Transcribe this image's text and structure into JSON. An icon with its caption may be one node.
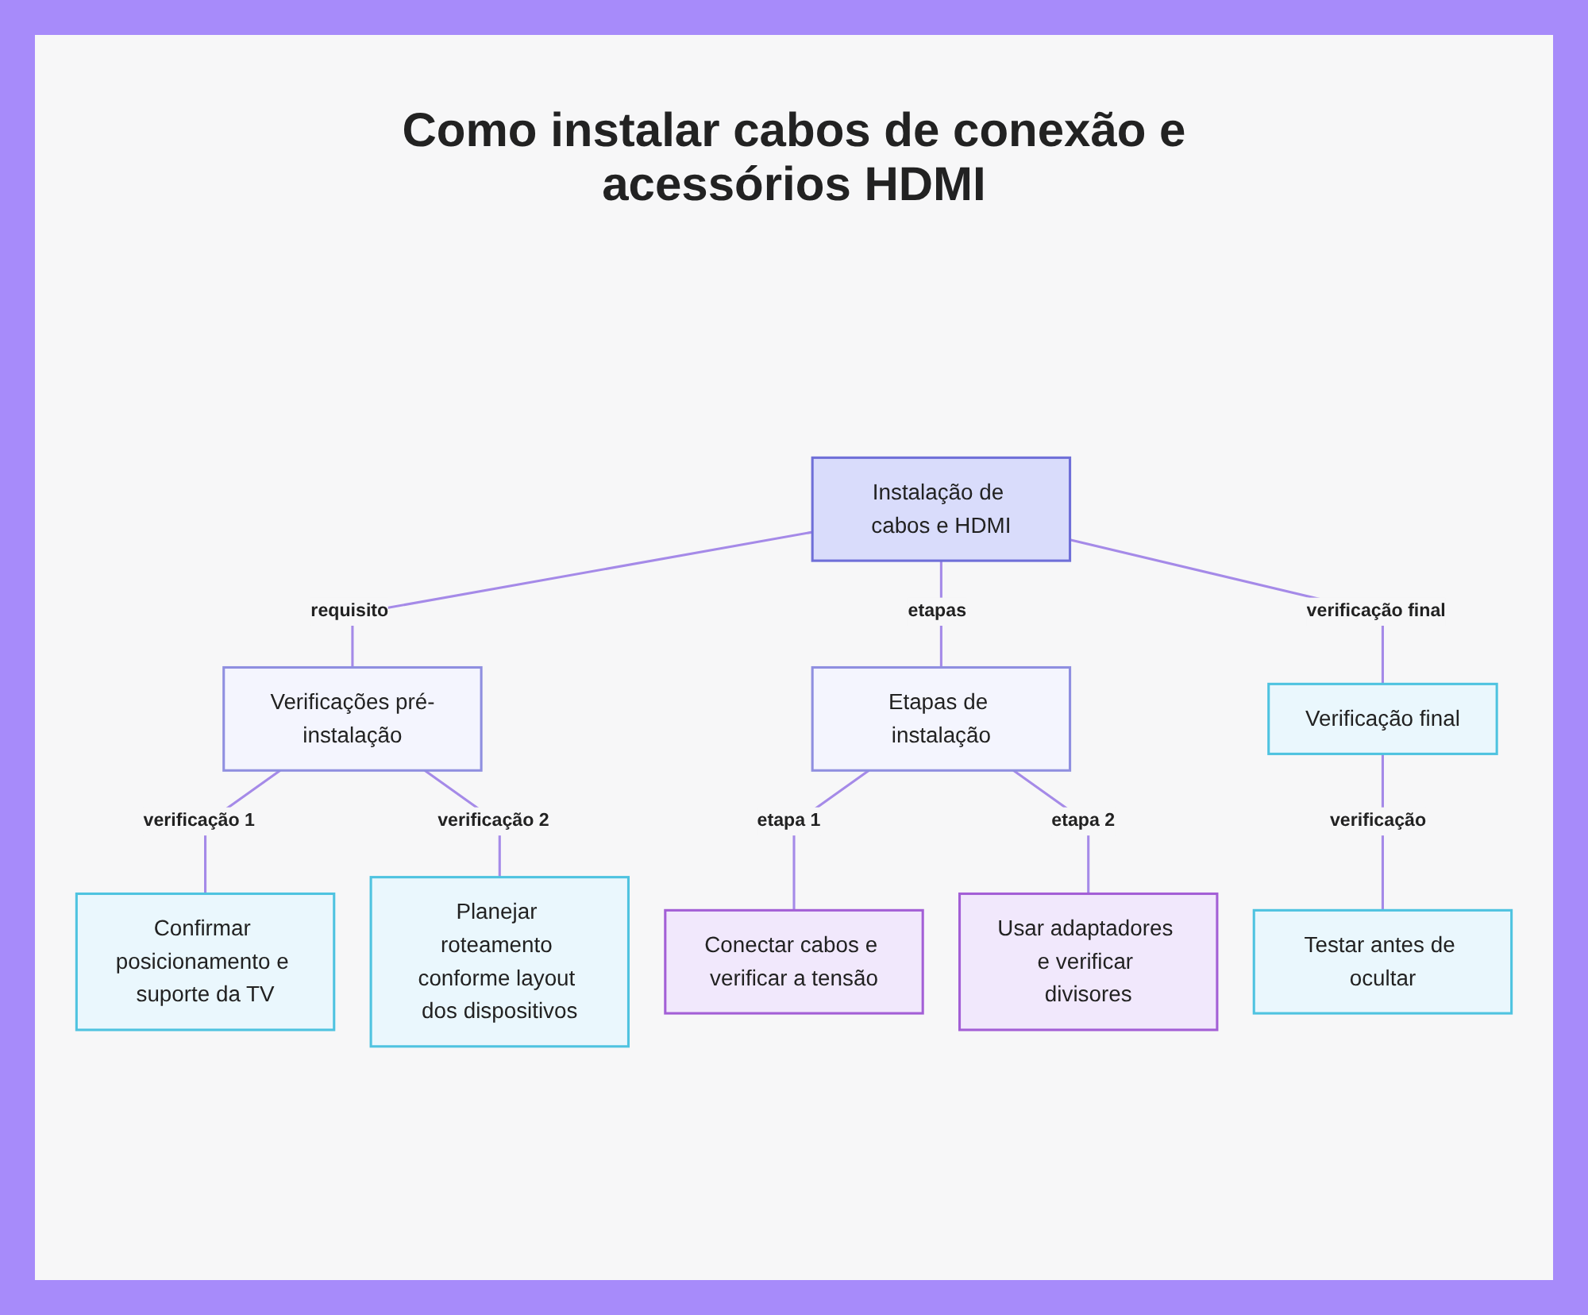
{
  "diagram": {
    "title": "Como instalar cabos de conexão e acessórios HDMI",
    "nodes": [
      {
        "text": [
          "Instalação de cabos e HDMI"
        ]
      },
      {
        "text": [
          "Verificações pré-instalação"
        ]
      },
      {
        "text": [
          "Etapas de instalação"
        ]
      },
      {
        "text": [
          "Verificação final"
        ]
      },
      {
        "text": [
          "Confirmar posicionamento e suporte da TV"
        ]
      },
      {
        "text": [
          "Planejar roteamento conforme layout dos dispositivos"
        ]
      },
      {
        "text": [
          "Conectar cabos e verificar a tensão"
        ]
      },
      {
        "text": [
          "Usar adaptadores e verificar divisores"
        ]
      },
      {
        "text": [
          "Testar antes de ocultar"
        ]
      }
    ],
    "edges": [
      {
        "from": 0,
        "to": 1,
        "arrow": "none",
        "label": "requisito"
      },
      {
        "from": 0,
        "to": 2,
        "arrow": "none",
        "label": "etapas"
      },
      {
        "from": 0,
        "to": 3,
        "arrow": "none",
        "label": "verificação final"
      },
      {
        "from": 1,
        "to": 4,
        "arrow": "none",
        "label": "verificação 1"
      },
      {
        "from": 1,
        "to": 5,
        "arrow": "none",
        "label": "verificação 2"
      },
      {
        "from": 2,
        "to": 6,
        "arrow": "none",
        "label": "etapa 1"
      },
      {
        "from": 2,
        "to": 7,
        "arrow": "none",
        "label": "etapa 2"
      },
      {
        "from": 3,
        "to": 8,
        "arrow": "none",
        "label": "verificação"
      }
    ]
  }
}
